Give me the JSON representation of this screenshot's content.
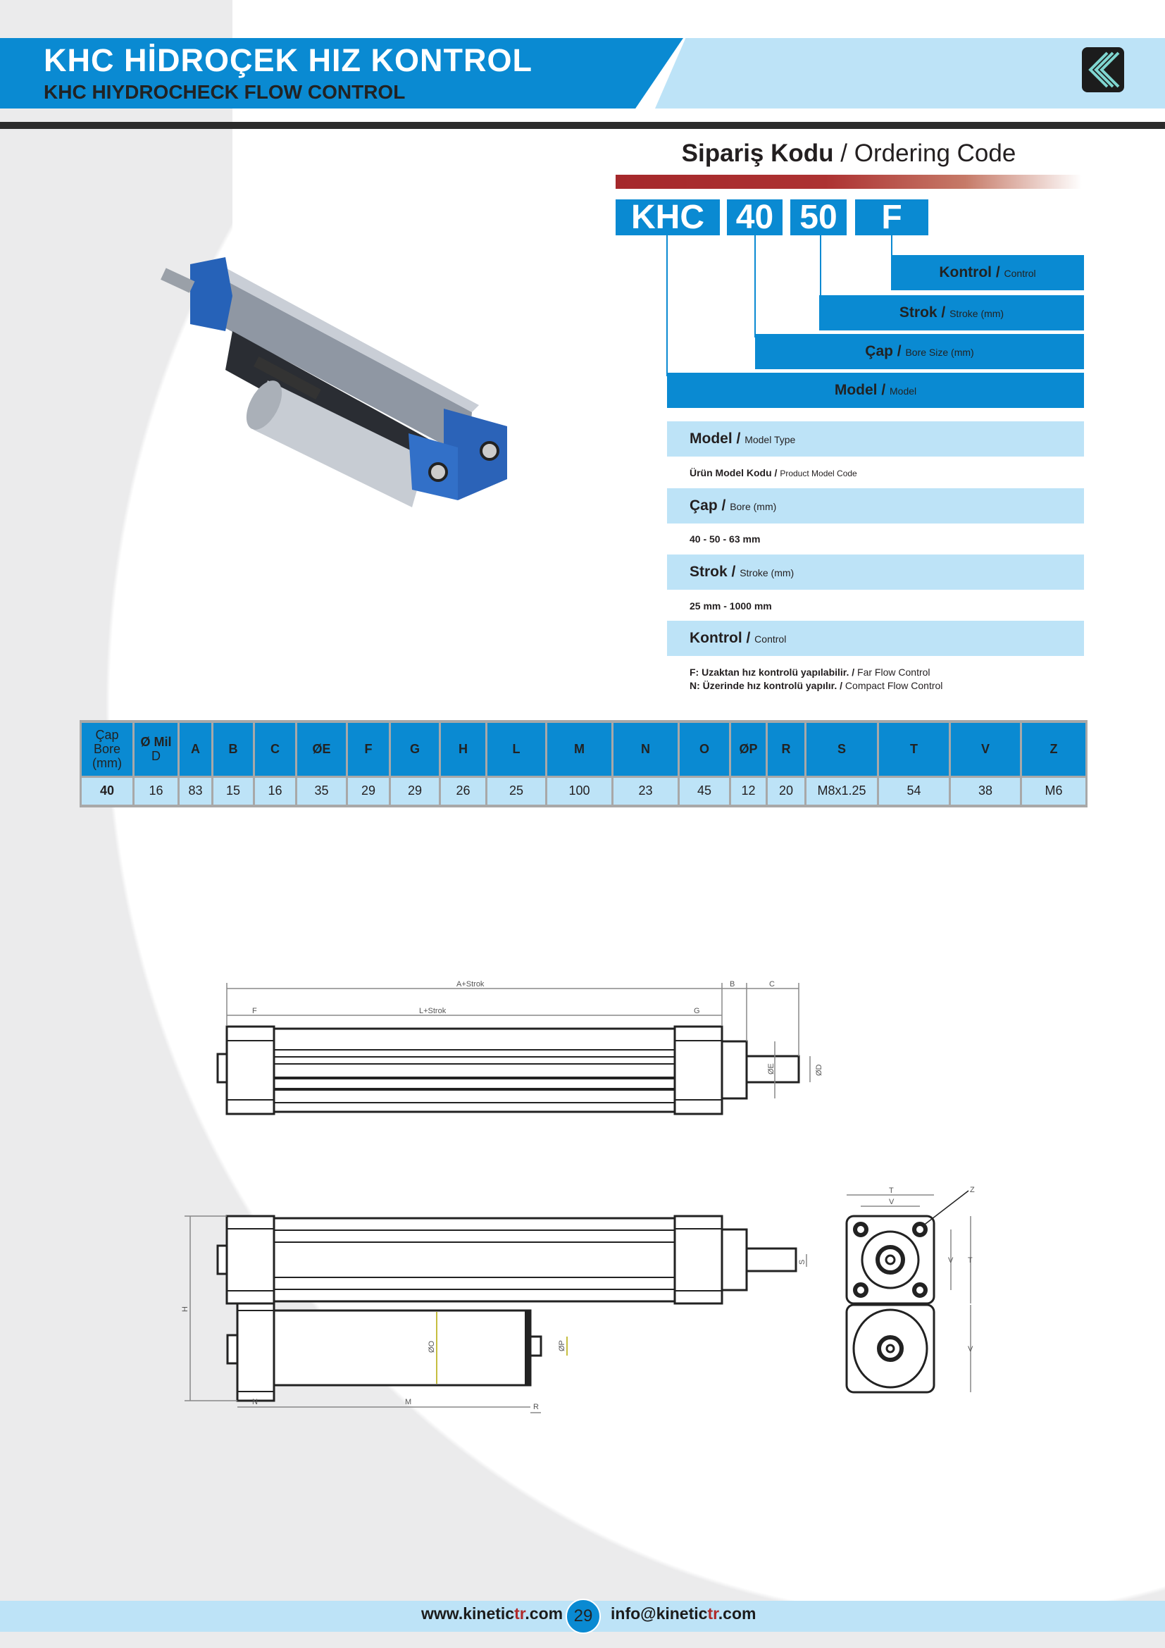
{
  "header": {
    "title_tr": "KHC HİDROÇEK HIZ KONTROL",
    "title_en": "KHC HIYDROCHECK FLOW CONTROL",
    "logo": "kinetic-logo"
  },
  "ordering": {
    "title_tr": "Sipariş Kodu",
    "title_sep": " / ",
    "title_en": "Ordering Code",
    "codes": [
      "KHC",
      "40",
      "50",
      "F"
    ],
    "labels": [
      {
        "tr": "Kontrol /",
        "en": "Control"
      },
      {
        "tr": "Strok /",
        "en": "Stroke (mm)"
      },
      {
        "tr": "Çap /",
        "en": "Bore Size (mm)"
      },
      {
        "tr": "Model /",
        "en": "Model"
      }
    ],
    "info": [
      {
        "tr": "Model /",
        "en": "Model Type",
        "desc_tr": "Ürün Model Kodu /",
        "desc_en": "Product Model Code"
      },
      {
        "tr": "Çap /",
        "en": "Bore (mm)",
        "desc": "40 - 50 - 63 mm"
      },
      {
        "tr": "Strok /",
        "en": "Stroke (mm)",
        "desc": "25 mm - 1000 mm"
      },
      {
        "tr": "Kontrol /",
        "en": "Control",
        "f_tr": "F: Uzaktan hız kontrolü yapılabilir. /",
        "f_en": "Far Flow Control",
        "n_tr": "N: Üzerinde hız kontrolü yapılır. /",
        "n_en": "Compact Flow Control"
      }
    ]
  },
  "table": {
    "headers": [
      [
        "Çap",
        "Bore",
        "(mm)"
      ],
      [
        "Ø Mil",
        "D"
      ],
      [
        "A"
      ],
      [
        "B"
      ],
      [
        "C"
      ],
      [
        "ØE"
      ],
      [
        "F"
      ],
      [
        "G"
      ],
      [
        "H"
      ],
      [
        "L"
      ],
      [
        "M"
      ],
      [
        "N"
      ],
      [
        "O"
      ],
      [
        "ØP"
      ],
      [
        "R"
      ],
      [
        "S"
      ],
      [
        "T"
      ],
      [
        "V"
      ],
      [
        "Z"
      ]
    ],
    "row": [
      "40",
      "16",
      "83",
      "15",
      "16",
      "35",
      "29",
      "29",
      "26",
      "25",
      "100",
      "23",
      "45",
      "12",
      "20",
      "M8x1.25",
      "54",
      "38",
      "M6"
    ]
  },
  "drawing": {
    "a_strok": "A+Strok",
    "l_strok": "L+Strok",
    "B": "B",
    "C": "C",
    "F": "F",
    "G": "G",
    "E": "ØE",
    "D": "ØD",
    "H": "H",
    "O": "ØO",
    "P": "ØP",
    "S": "S",
    "N": "N",
    "M": "M",
    "R": "R",
    "T": "T",
    "V": "V",
    "Z": "Z"
  },
  "footer": {
    "web_a": "www.kinetic",
    "web_b": "tr",
    "web_c": ".com",
    "page": "29",
    "mail_a": "info@kinetic",
    "mail_b": "tr",
    "mail_c": ".com"
  },
  "colors": {
    "blue": "#0a8ad2",
    "light_blue": "#bde3f7",
    "red": "#a5282b"
  }
}
